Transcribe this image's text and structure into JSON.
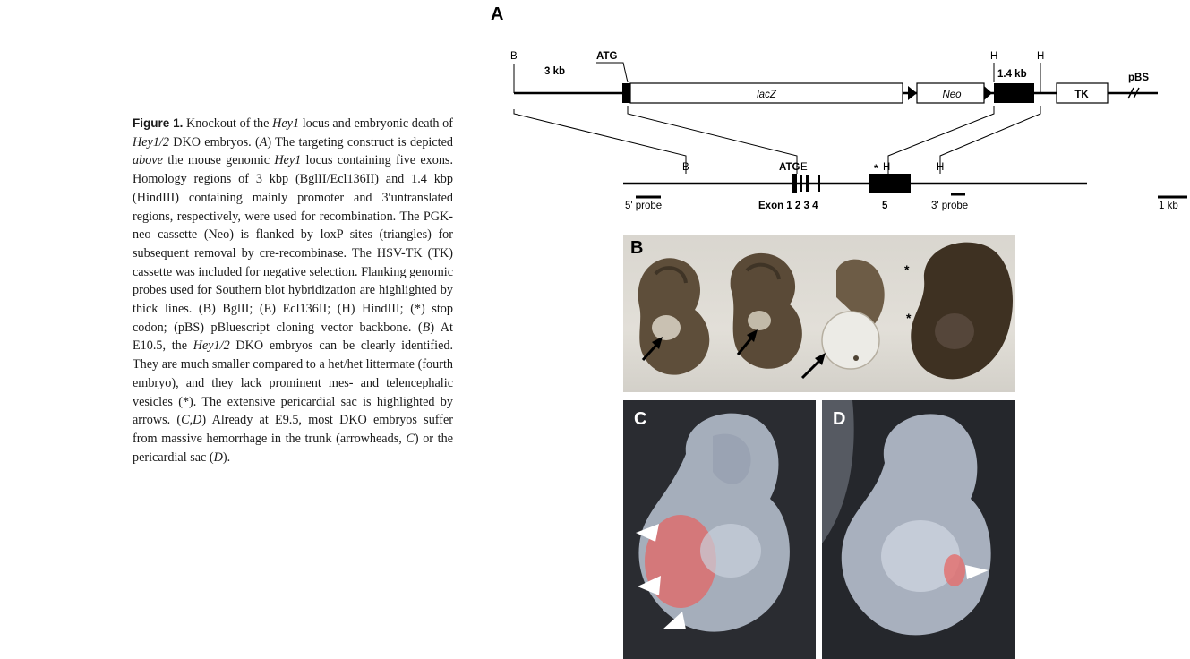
{
  "caption": {
    "label": "Figure 1.",
    "segments": [
      {
        "t": " Knockout of the "
      },
      {
        "i": "Hey1"
      },
      {
        "t": " locus and embry­onic death of "
      },
      {
        "i": "Hey1/2"
      },
      {
        "t": " DKO embryos. ("
      },
      {
        "i": "A"
      },
      {
        "t": ") The target­ing construct is depicted "
      },
      {
        "i": "above"
      },
      {
        "t": " the mouse genomic "
      },
      {
        "i": "Hey1"
      },
      {
        "t": " locus containing five exons. Homology regions of 3 kbp (BglII/Ecl136II) and 1.4 kbp (HindIII) con­taining mainly promoter and 3′untranslated regions, respectively, were used for recombination. The PGK-neo cassette (Neo) is flanked by loxP sites (tri­angles) for subsequent removal by cre-recombinase. The HSV-TK (TK) cassette was included for negative selection. Flanking genomic probes used for South­ern blot hybridization are highlighted by thick lines. (B) BglII; (E) Ecl136II; (H) HindIII; (*) stop codon; (pBS) pBluescript cloning vector backbone. ("
      },
      {
        "i": "B"
      },
      {
        "t": ") At E10.5, the "
      },
      {
        "i": "Hey1/2"
      },
      {
        "t": " DKO embryos can be clearly iden­tified. They are much smaller compared to a het/het littermate (fourth embryo), and they lack prominent mes- and telencephalic vesicles (*). The extensive pericardial sac is highlighted by arrows. ("
      },
      {
        "i": "C,D"
      },
      {
        "t": ") Al­ready at E9.5, most DKO embryos suffer from mas­sive hemorrhage in the trunk (arrowheads, "
      },
      {
        "i": "C"
      },
      {
        "t": ") or the pericardial sac ("
      },
      {
        "i": "D"
      },
      {
        "t": ")."
      }
    ]
  },
  "panels": {
    "a": "A",
    "b": "B",
    "c": "C",
    "d": "D"
  },
  "construct": {
    "b_site": "B",
    "size_3kb": "3 kb",
    "atg": "ATG",
    "lacz": "lacZ",
    "neo": "Neo",
    "h_left": "H",
    "h_right": "H",
    "size_14kb": "1.4 kb",
    "tk": "TK",
    "pbs": "pBS"
  },
  "locus": {
    "b_site": "B",
    "atg": "ATG",
    "e_site": "E",
    "star": "*",
    "h_left": "H",
    "h_right": "H",
    "probe_5": "5' probe",
    "exon_label": "Exon 1 2 3 4",
    "exon5": "5",
    "probe_3": "3' probe",
    "scale": "1 kb"
  },
  "photo_marks": {
    "b_star_top": "*",
    "b_star_bottom": "*"
  },
  "colors": {
    "caption_text": "#1a1a1a",
    "hemorrhage": "#e06a6a",
    "photo_bg_dark": "#2a2c31"
  }
}
